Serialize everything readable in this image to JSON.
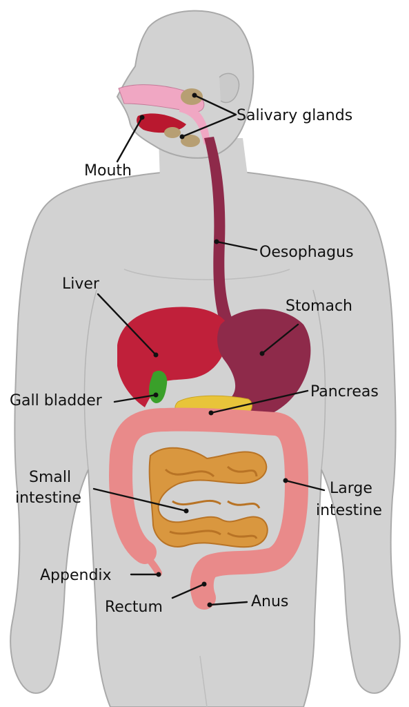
{
  "labels": {
    "salivary_glands": "Salivary glands",
    "mouth": "Mouth",
    "oesophagus": "Oesophagus",
    "liver": "Liver",
    "stomach": "Stomach",
    "gall_bladder": "Gall bladder",
    "pancreas": "Pancreas",
    "small_intestine_line1": "Small",
    "small_intestine_line2": "intestine",
    "large_intestine_line1": "Large",
    "large_intestine_line2": "intestine",
    "appendix": "Appendix",
    "rectum": "Rectum",
    "anus": "Anus"
  },
  "colors": {
    "body_fill": "#d2d2d2",
    "body_outline": "#a9a9a9",
    "liver": "#c0203a",
    "stomach": "#8e2a4a",
    "oesophagus": "#8e2a4a",
    "gall_bladder": "#3aa02a",
    "pancreas": "#e8c43a",
    "small_intestine": "#d9973f",
    "large_intestine": "#e98a8a",
    "tongue": "#f0a7c3",
    "salivary_glands": "#b79f73",
    "text": "#111111"
  }
}
